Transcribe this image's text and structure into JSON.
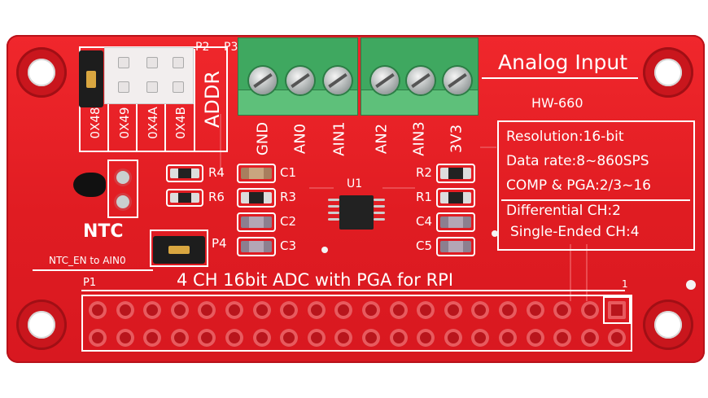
{
  "board": {
    "module_id": "HW-660",
    "title": "Analog Input",
    "subtitle": "4 CH 16bit ADC  with PGA for RPI",
    "connectors": {
      "p2": "P2",
      "p3": "P3",
      "p1": "P1",
      "p4": "P4"
    },
    "addr_label": "ADDR",
    "addresses": [
      "0X48",
      "0X49",
      "0X4A",
      "0X4B"
    ],
    "terminal_labels": [
      "GND",
      "AN0",
      "AIN1",
      "AN2",
      "AIN3",
      "3V3"
    ],
    "specs": [
      "Resolution:16-bit",
      "Data rate:8~860SPS",
      "COMP & PGA:2/3~16",
      "Differential CH:2",
      "Single-Ended CH:4"
    ],
    "ntc_label": "NTC",
    "ntc_en_label": "NTC_EN to AIN0",
    "chip_label": "U1",
    "components_left": [
      "C1",
      "R3",
      "C2",
      "C3"
    ],
    "components_right": [
      "R2",
      "R1",
      "C4",
      "C5"
    ],
    "resistors": {
      "r4": "R4",
      "r6": "R6"
    },
    "pin1_marker": "1"
  },
  "colors": {
    "pcb": "#e01c22",
    "silkscreen": "#ffffff",
    "terminal": "#3fa860"
  }
}
